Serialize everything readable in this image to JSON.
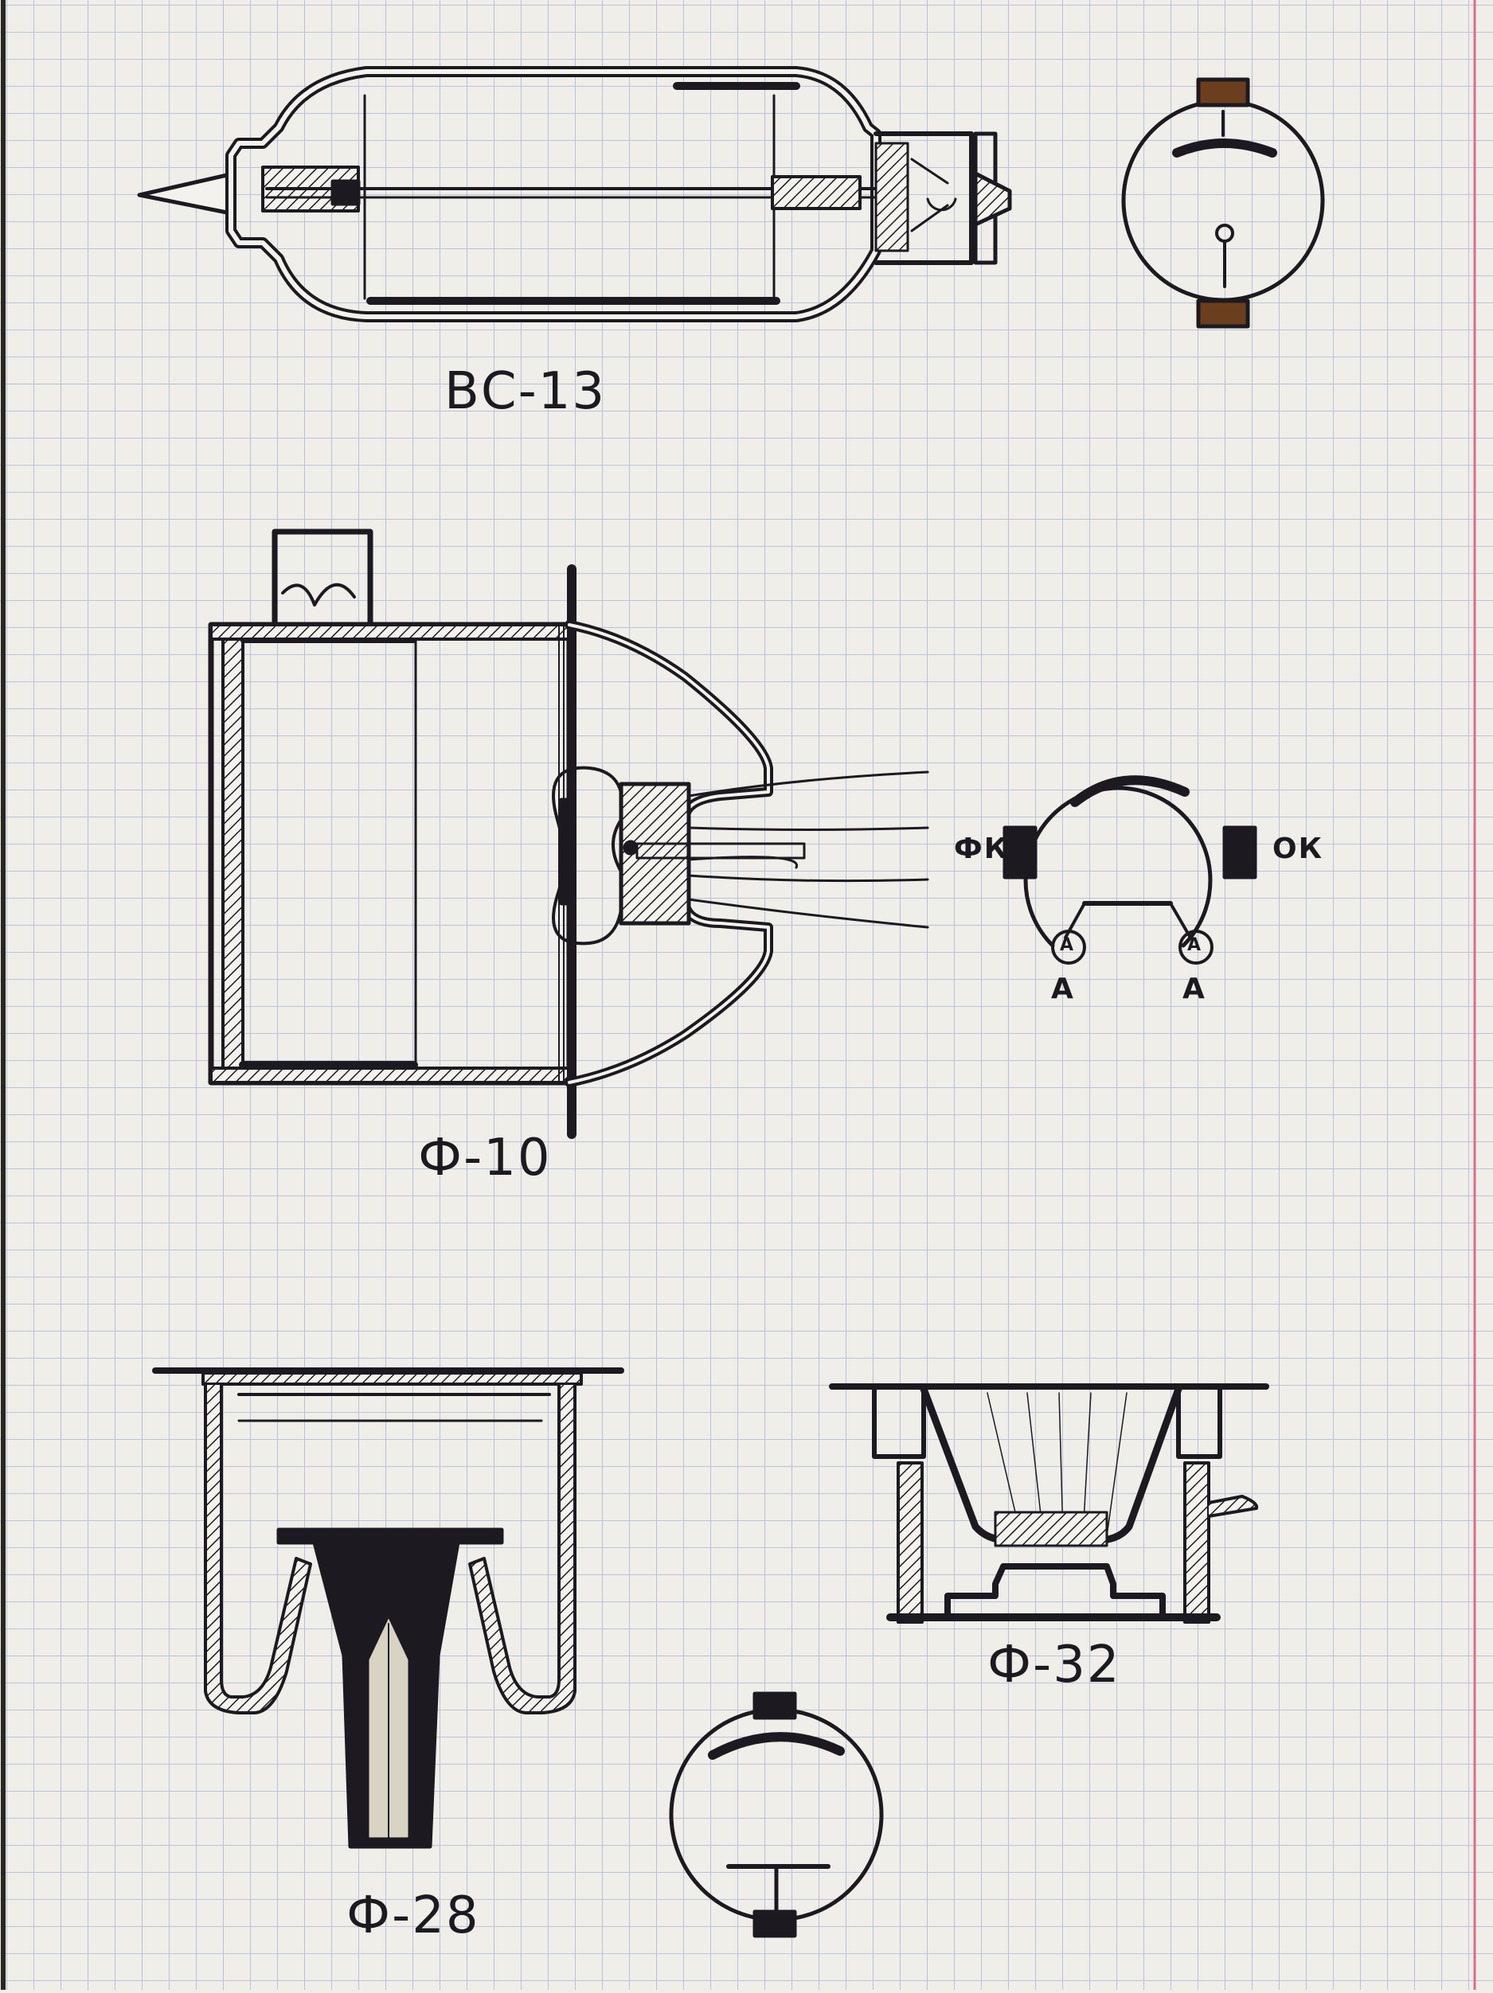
{
  "labels": {
    "tube_1": "ВС-13",
    "tube_2": "Ф-10",
    "tube_3": "Ф-28",
    "tube_4": "Ф-32"
  },
  "pins": {
    "photocathode": "ФК",
    "reference_cathode": "ОК",
    "anode_left": "А",
    "anode_right": "А",
    "anode_circle_left": "А",
    "anode_circle_right": "А"
  },
  "colors": {
    "paper": "#efeee9",
    "grid": "#aeb4d2",
    "ink": "#1c1a20",
    "margin_line": "#e06a8a",
    "copper": "#6b3f1e"
  }
}
